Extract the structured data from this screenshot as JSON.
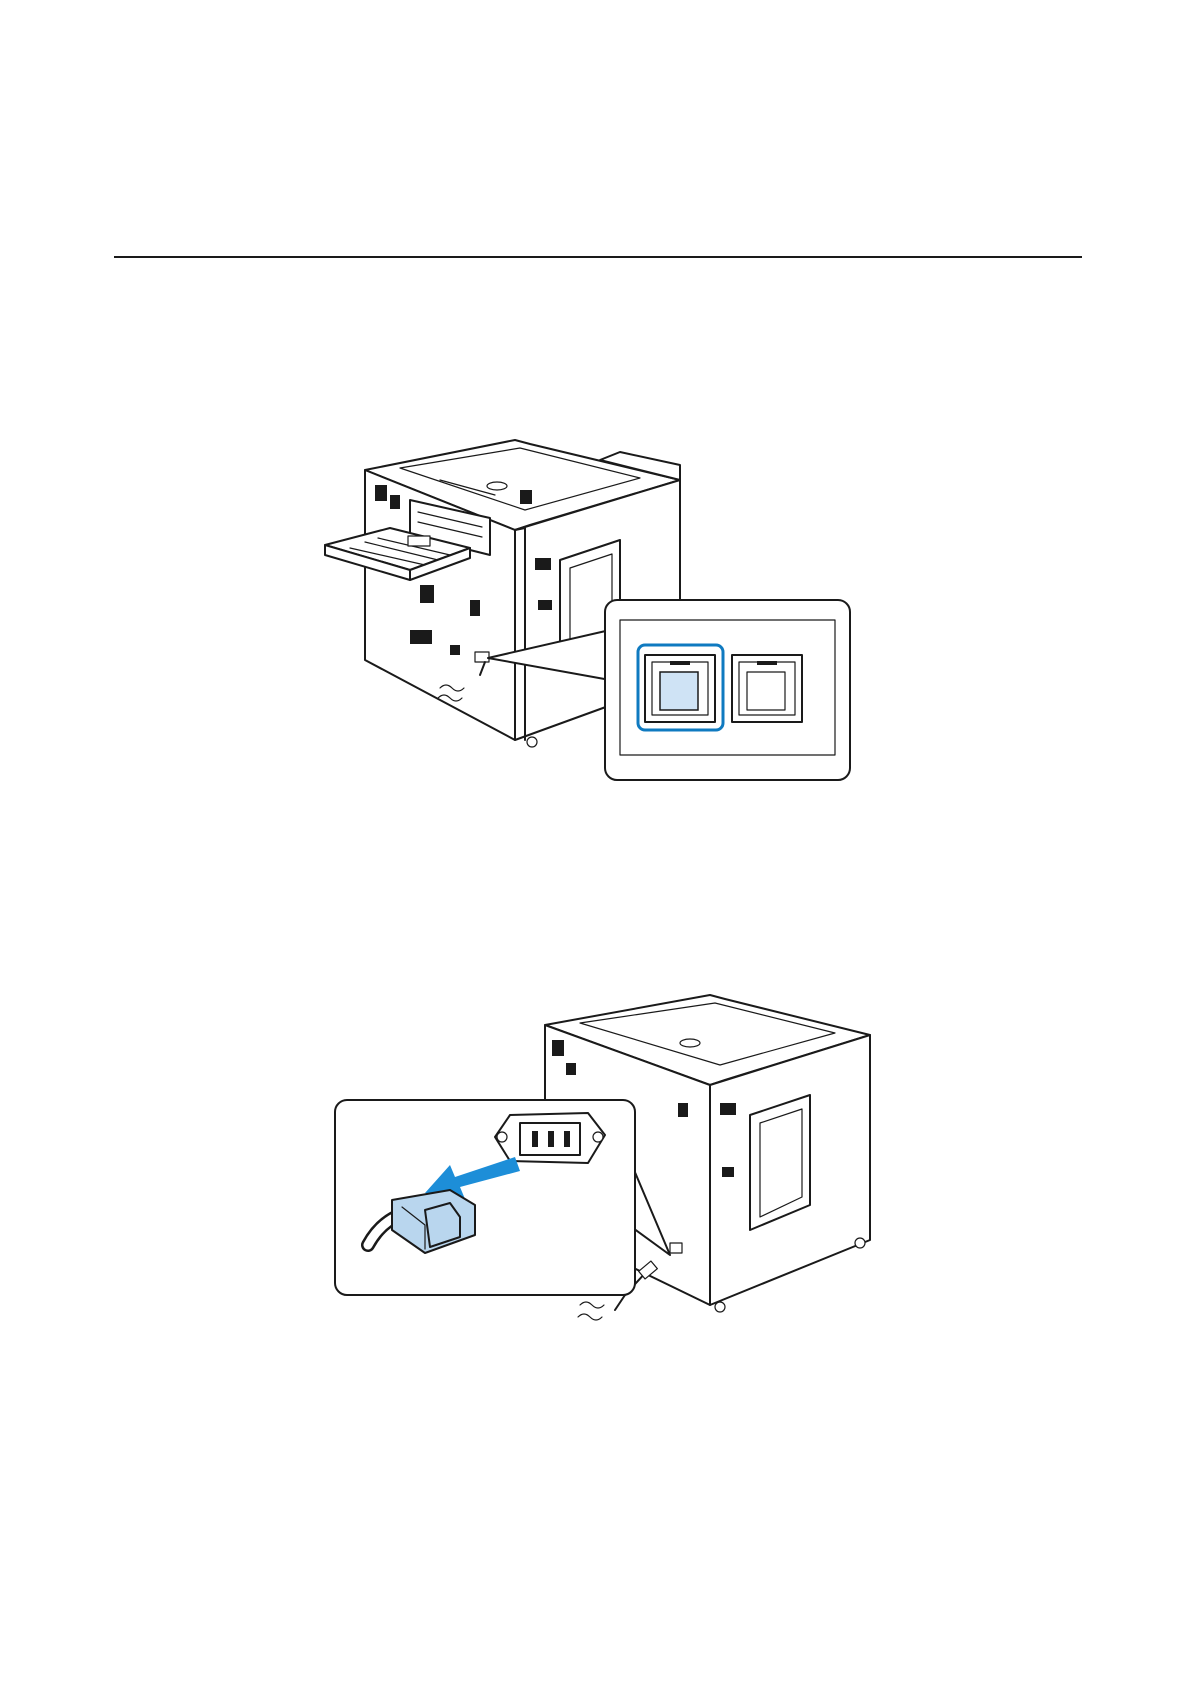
{
  "colors": {
    "highlight": "#0f7ac0",
    "highlight_fill": "#cfe3f5",
    "arrow": "#1d8ed8",
    "plug": "#b9d6ee",
    "line": "#1a1a1a"
  },
  "figures": [
    {
      "id": "fig1",
      "depicts": "printer-rear-power-switch-off"
    },
    {
      "id": "fig2",
      "depicts": "printer-rear-unplug-power-cord"
    }
  ]
}
